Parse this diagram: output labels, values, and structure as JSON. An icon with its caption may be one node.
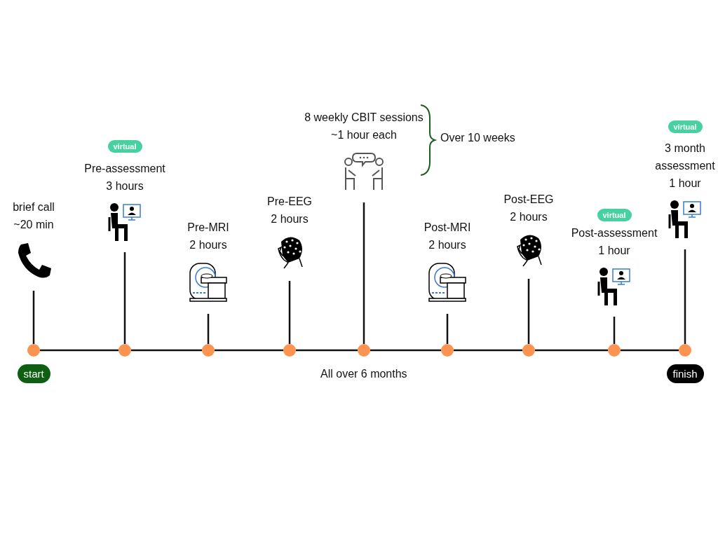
{
  "diagram": {
    "nodes": [
      {
        "text": [
          "brief call ~20 min"
        ]
      },
      {
        "text": [
          "virtual"
        ]
      },
      {
        "text": [
          "Pre-assessment 3 hours"
        ]
      },
      {
        "text": [
          "Pre-MRI 2 hours"
        ]
      },
      {
        "text": [
          "Pre-EEG 2 hours"
        ]
      },
      {
        "text": [
          "8 weekly CBIT sessions ~1 hour each"
        ]
      },
      {
        "text": [
          "Post-MRI 2 hours"
        ]
      },
      {
        "text": [
          "Post-EEG 2 hours"
        ]
      },
      {
        "text": [
          "virtual"
        ]
      },
      {
        "text": [
          "Post-assessment 1 hour"
        ]
      },
      {
        "text": [
          "virtual"
        ]
      },
      {
        "text": [
          "3 month assessment 1 hour"
        ]
      },
      {
        "text": [],
        "shape": "circle"
      },
      {
        "text": [],
        "shape": "circle"
      },
      {
        "text": [],
        "shape": "circle"
      },
      {
        "text": [],
        "shape": "circle"
      },
      {
        "text": [],
        "shape": "circle"
      },
      {
        "text": [],
        "shape": "circle"
      },
      {
        "text": [],
        "shape": "circle"
      },
      {
        "text": [],
        "shape": "circle"
      },
      {
        "text": [],
        "shape": "circle"
      },
      {
        "text": [
          "start"
        ]
      },
      {
        "text": [
          "finish"
        ]
      }
    ],
    "edges": [
      {
        "from": 12,
        "to": 0,
        "arrow": "none"
      },
      {
        "from": 13,
        "to": 2,
        "arrow": "none"
      },
      {
        "from": 14,
        "to": 3,
        "arrow": "none"
      },
      {
        "from": 15,
        "to": 4,
        "arrow": "none"
      },
      {
        "from": 16,
        "to": 5,
        "arrow": "none"
      },
      {
        "from": 17,
        "to": 6,
        "arrow": "none"
      },
      {
        "from": 18,
        "to": 7,
        "arrow": "none"
      },
      {
        "from": 19,
        "to": 9,
        "arrow": "none"
      },
      {
        "from": 20,
        "to": 11,
        "arrow": "none"
      },
      {
        "from": 12,
        "to": 13,
        "arrow": "none"
      },
      {
        "from": 13,
        "to": 14,
        "arrow": "none"
      },
      {
        "from": 14,
        "to": 15,
        "arrow": "none"
      },
      {
        "from": 15,
        "to": 16,
        "arrow": "none"
      },
      {
        "from": 16,
        "to": 17,
        "arrow": "none"
      },
      {
        "from": 17,
        "to": 18,
        "arrow": "none"
      },
      {
        "from": 18,
        "to": 19,
        "arrow": "none"
      },
      {
        "from": 19,
        "to": 20,
        "arrow": "none"
      }
    ],
    "labels": [
      "Over 10 weeks",
      "All over 6 months"
    ]
  }
}
